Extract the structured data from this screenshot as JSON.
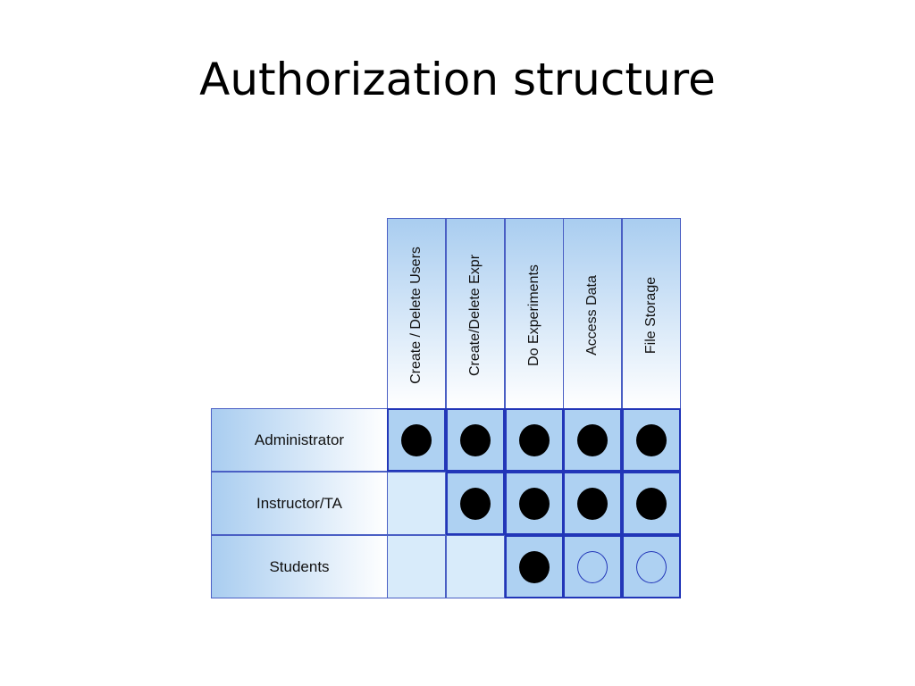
{
  "slide": {
    "title": "Authorization structure"
  },
  "matrix": {
    "columns": [
      "Create / Delete Users",
      "Create/Delete Expr",
      "Do Experiments",
      "Access  Data",
      "File Storage"
    ],
    "rows": [
      {
        "label": "Administrator",
        "cells": [
          "filled",
          "filled",
          "filled",
          "filled",
          "filled"
        ]
      },
      {
        "label": "Instructor/TA",
        "cells": [
          "none",
          "filled",
          "filled",
          "filled",
          "filled"
        ]
      },
      {
        "label": "Students",
        "cells": [
          "none",
          "none",
          "filled",
          "open",
          "open"
        ]
      }
    ],
    "colors": {
      "border": "#4a5fc4",
      "strong_border": "#2236b8",
      "header_gradient_start": "#a9cdf0",
      "cell_empty": "#d8ebfa",
      "cell_marked": "#aed1f2",
      "dot_filled": "#000000"
    }
  }
}
